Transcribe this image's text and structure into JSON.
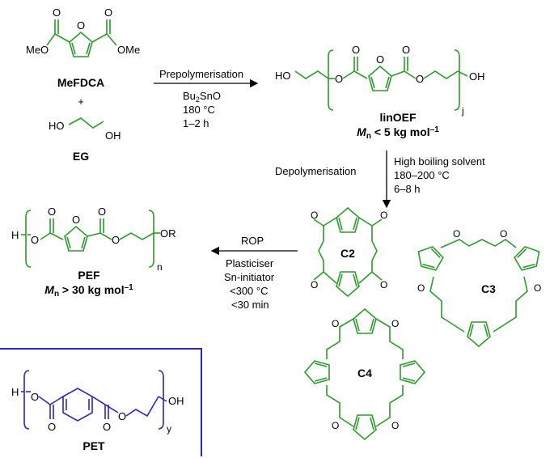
{
  "colors": {
    "green": "#2e9a2e",
    "blue": "#2a2ab8",
    "black": "#000000"
  },
  "monomers": {
    "mefdca": {
      "name": "MeFDCA",
      "left_group": "MeO",
      "right_group": "OMe",
      "o": "O"
    },
    "plus": "+",
    "eg": {
      "name": "EG",
      "left_group": "HO",
      "right_group": "OH"
    }
  },
  "step1": {
    "label": "Prepolymerisation",
    "catalyst_main": "Bu",
    "catalyst_sub": "2",
    "catalyst_tail": "SnO",
    "temperature": "180 °C",
    "time": "1–2 h"
  },
  "linoef": {
    "name": "linOEF",
    "mn_label_m": "M",
    "mn_label_sub": "n",
    "mn_value": " < 5 kg mol",
    "mn_sup": "–1",
    "left_group": "HO",
    "right_group": "OH",
    "o": "O",
    "subscript": "j"
  },
  "step2": {
    "label": "Depolymerisation",
    "solvent": "High boiling solvent",
    "temperature": "180–200 °C",
    "time": "6–8 h"
  },
  "step3": {
    "label": "ROP",
    "plasticiser": "Plasticiser",
    "initiator": "Sn-initiator",
    "temperature": "<300 °C",
    "time": "<30 min"
  },
  "pef": {
    "name": "PEF",
    "mn_label_m": "M",
    "mn_label_sub": "n",
    "mn_value": " > 30 kg mol",
    "mn_sup": "–1",
    "left_group": "H",
    "right_group": "OR",
    "o": "O",
    "subscript": "n"
  },
  "cyclics": {
    "c2": "C2",
    "c3": "C3",
    "c4": "C4",
    "o": "O"
  },
  "pet": {
    "name": "PET",
    "left_group": "H",
    "right_group": "OH",
    "o": "O",
    "subscript": "y"
  }
}
